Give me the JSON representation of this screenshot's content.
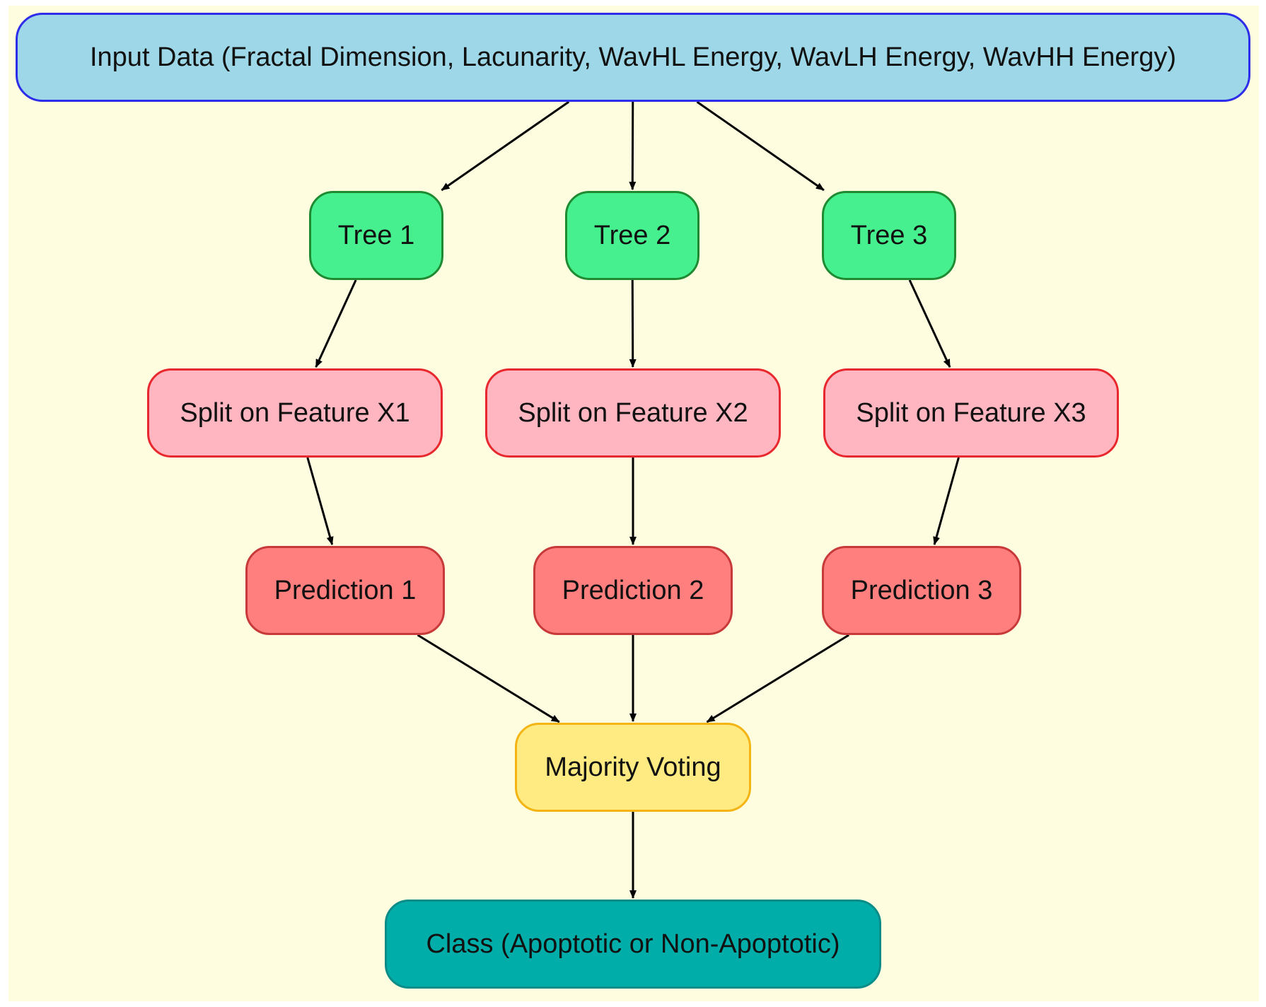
{
  "diagram": {
    "nodes": {
      "input": {
        "label": "Input Data (Fractal Dimension, Lacunarity, WavHL Energy, WavLH Energy, WavHH Energy)"
      },
      "tree1": {
        "label": "Tree 1"
      },
      "tree2": {
        "label": "Tree 2"
      },
      "tree3": {
        "label": "Tree 3"
      },
      "split1": {
        "label": "Split on Feature X1"
      },
      "split2": {
        "label": "Split on Feature X2"
      },
      "split3": {
        "label": "Split on Feature X3"
      },
      "pred1": {
        "label": "Prediction 1"
      },
      "pred2": {
        "label": "Prediction 2"
      },
      "pred3": {
        "label": "Prediction 3"
      },
      "vote": {
        "label": "Majority Voting"
      },
      "class": {
        "label": "Class (Apoptotic or Non-Apoptotic)"
      }
    },
    "edges": [
      [
        "input",
        "tree1"
      ],
      [
        "input",
        "tree2"
      ],
      [
        "input",
        "tree3"
      ],
      [
        "tree1",
        "split1"
      ],
      [
        "tree2",
        "split2"
      ],
      [
        "tree3",
        "split3"
      ],
      [
        "split1",
        "pred1"
      ],
      [
        "split2",
        "pred2"
      ],
      [
        "split3",
        "pred3"
      ],
      [
        "pred1",
        "vote"
      ],
      [
        "pred2",
        "vote"
      ],
      [
        "pred3",
        "vote"
      ],
      [
        "vote",
        "class"
      ]
    ],
    "colors": {
      "background": "#FFFDE0",
      "input_fill": "#9ED8E8",
      "input_border": "#2E2EEA",
      "tree_fill": "#47F08F",
      "tree_border": "#1F8A32",
      "split_fill": "#FFB6C1",
      "split_border": "#E8282E",
      "prediction_fill": "#FF7F7F",
      "prediction_border": "#C83A3A",
      "voting_fill": "#FFEB82",
      "voting_border": "#F3B414",
      "class_fill": "#00ADA9",
      "class_border": "#0B8C88",
      "edge": "#000000"
    }
  }
}
